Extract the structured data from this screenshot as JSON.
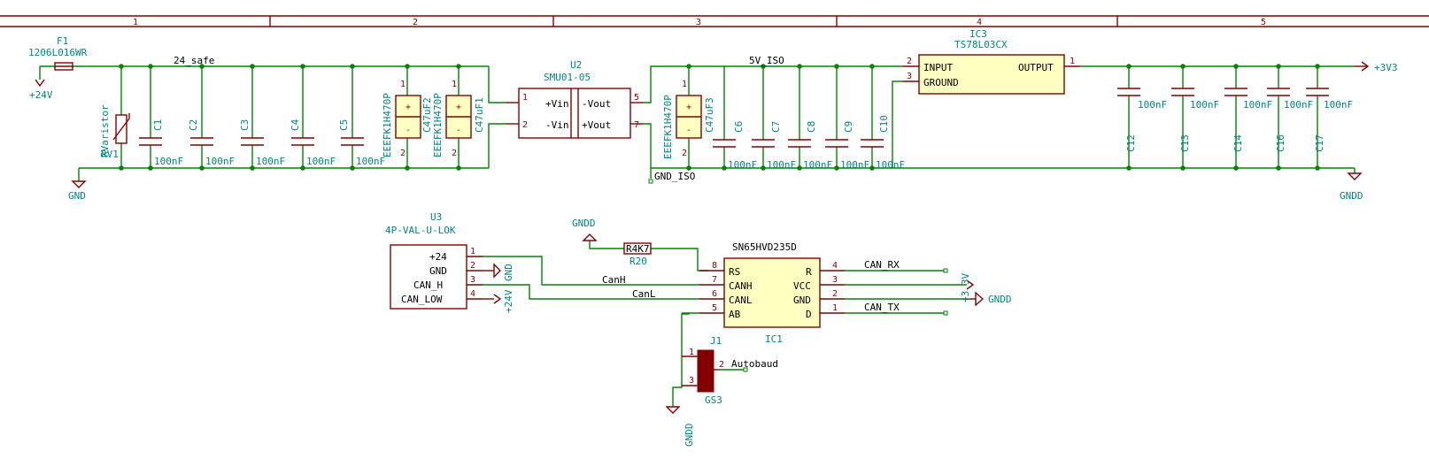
{
  "frame": {
    "columns": [
      "1",
      "2",
      "3",
      "4",
      "5"
    ]
  },
  "labels": {
    "net_24_safe": "24_safe",
    "net_5v_iso": "5V_ISO",
    "net_gnd_iso": "GND_ISO",
    "net_canh": "CanH",
    "net_canl": "CanL",
    "net_can_rx": "CAN_RX",
    "net_can_tx": "CAN_TX",
    "net_autobaud": "Autobaud"
  },
  "power": {
    "plus24_a": "+24V",
    "plus24_b": "+24V",
    "gnd_a": "GND",
    "gnd_b": "GND",
    "gndd_a": "GNDD",
    "gndd_b": "GNDD",
    "gndd_c": "GNDD",
    "gndd_d": "GNDD",
    "plus3v3_a": "+3V3",
    "plus3v3_b": "+3.3V"
  },
  "components": {
    "F1": {
      "ref": "F1",
      "value": "1206L016WR"
    },
    "RV1": {
      "ref": "RV1",
      "value": "RVaristor"
    },
    "C1": {
      "ref": "C1",
      "value": "100nF"
    },
    "C2": {
      "ref": "C2",
      "value": "100nF"
    },
    "C3": {
      "ref": "C3",
      "value": "100nF"
    },
    "C4": {
      "ref": "C4",
      "value": "100nF"
    },
    "C5": {
      "ref": "C5",
      "value": "100nF"
    },
    "C47uF1": {
      "ref": "C47uF1",
      "value": "EEEFK1H470P"
    },
    "C47uF2": {
      "ref": "C47uF2",
      "value": "EEEFK1H470P"
    },
    "C47uF3": {
      "ref": "C47uF3",
      "value": "EEEFK1H470P"
    },
    "U2": {
      "ref": "U2",
      "value": "SMU01-05",
      "pins": [
        "+Vin",
        "-Vin",
        "-Vout",
        "+Vout"
      ],
      "pin_numbers": [
        "1",
        "2",
        "5",
        "7"
      ]
    },
    "C6": {
      "ref": "C6",
      "value": "100nF"
    },
    "C7": {
      "ref": "C7",
      "value": "100nF"
    },
    "C8": {
      "ref": "C8",
      "value": "100nF"
    },
    "C9": {
      "ref": "C9",
      "value": "100nF"
    },
    "C10": {
      "ref": "C10",
      "value": "100nF"
    },
    "IC3": {
      "ref": "IC3",
      "value": "TS78L03CX",
      "pins": [
        "INPUT",
        "GROUND",
        "OUTPUT"
      ],
      "pin_numbers": [
        "2",
        "3",
        "1"
      ]
    },
    "C12": {
      "ref": "C12",
      "value": "100nF"
    },
    "C13": {
      "ref": "C13",
      "value": "100nF"
    },
    "C14": {
      "ref": "C14",
      "value": "100nF"
    },
    "C16": {
      "ref": "C16",
      "value": "100nF"
    },
    "C17": {
      "ref": "C17",
      "value": "100nF"
    },
    "U3": {
      "ref": "U3",
      "value": "4P-VAL-U-LOK",
      "pins": [
        "+24",
        "GND",
        "CAN_H",
        "CAN_LOW"
      ],
      "pin_numbers": [
        "1",
        "2",
        "3",
        "4"
      ]
    },
    "R20": {
      "ref": "R20",
      "value": "R4K7"
    },
    "IC1": {
      "ref": "IC1",
      "value": "SN65HVD235D",
      "left_pins": [
        "RS",
        "CANH",
        "CANL",
        "AB"
      ],
      "left_numbers": [
        "8",
        "7",
        "6",
        "5"
      ],
      "right_pins": [
        "R",
        "VCC",
        "GND",
        "D"
      ],
      "right_numbers": [
        "4",
        "3",
        "2",
        "1"
      ]
    },
    "J1": {
      "ref": "J1",
      "value": "GS3",
      "pin_numbers": [
        "1",
        "2",
        "3"
      ]
    }
  }
}
